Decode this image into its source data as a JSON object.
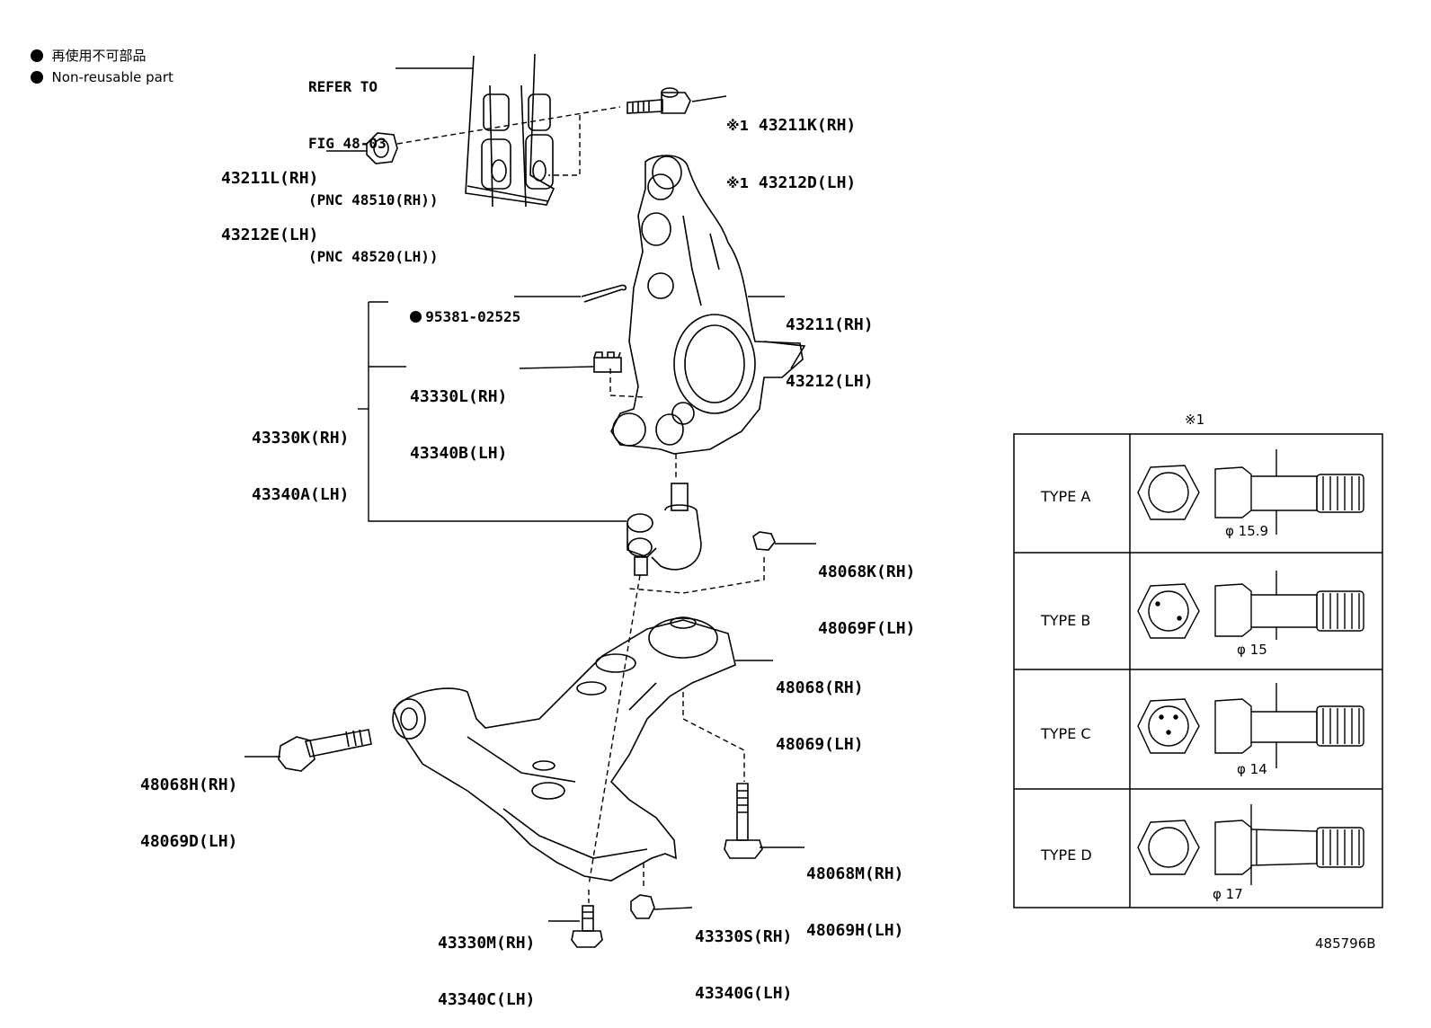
{
  "legend": {
    "mark_jp": "再使用不可部品",
    "mark_en": "Non-reusable part"
  },
  "refer": {
    "line1": "REFER TO",
    "line2": "FIG 48-03",
    "line3": "(PNC 48510(RH))",
    "line4": "(PNC 48520(LH))"
  },
  "labels": {
    "bolt_upper": {
      "mark": "※1",
      "rh": "43211K(RH)",
      "lh": "43212D(LH)"
    },
    "nut_upper": {
      "rh": "43211L(RH)",
      "lh": "43212E(LH)"
    },
    "knuckle": {
      "rh": "43211(RH)",
      "lh": "43212(LH)"
    },
    "cotter_pin": "95381-02525",
    "castle_nut": {
      "rh": "43330L(RH)",
      "lh": "43340B(LH)"
    },
    "ball_joint": {
      "rh": "43330K(RH)",
      "lh": "43340A(LH)"
    },
    "arm_nut": {
      "rh": "48068K(RH)",
      "lh": "48069F(LH)"
    },
    "lower_arm": {
      "rh": "48068(RH)",
      "lh": "48069(LH)"
    },
    "arm_bolt_front": {
      "rh": "48068H(RH)",
      "lh": "48069D(LH)"
    },
    "arm_bolt_rear": {
      "rh": "48068M(RH)",
      "lh": "48069H(LH)"
    },
    "bj_bolt": {
      "rh": "43330M(RH)",
      "lh": "43340C(LH)"
    },
    "bj_nut": {
      "rh": "43330S(RH)",
      "lh": "43340G(LH)"
    }
  },
  "type_table": {
    "header_mark": "※1",
    "rows": [
      {
        "type": "TYPE A",
        "diameter": "φ 15.9"
      },
      {
        "type": "TYPE B",
        "diameter": "φ 15"
      },
      {
        "type": "TYPE C",
        "diameter": "φ 14"
      },
      {
        "type": "TYPE D",
        "diameter": "φ 17"
      }
    ]
  },
  "figure_id": "485796B"
}
